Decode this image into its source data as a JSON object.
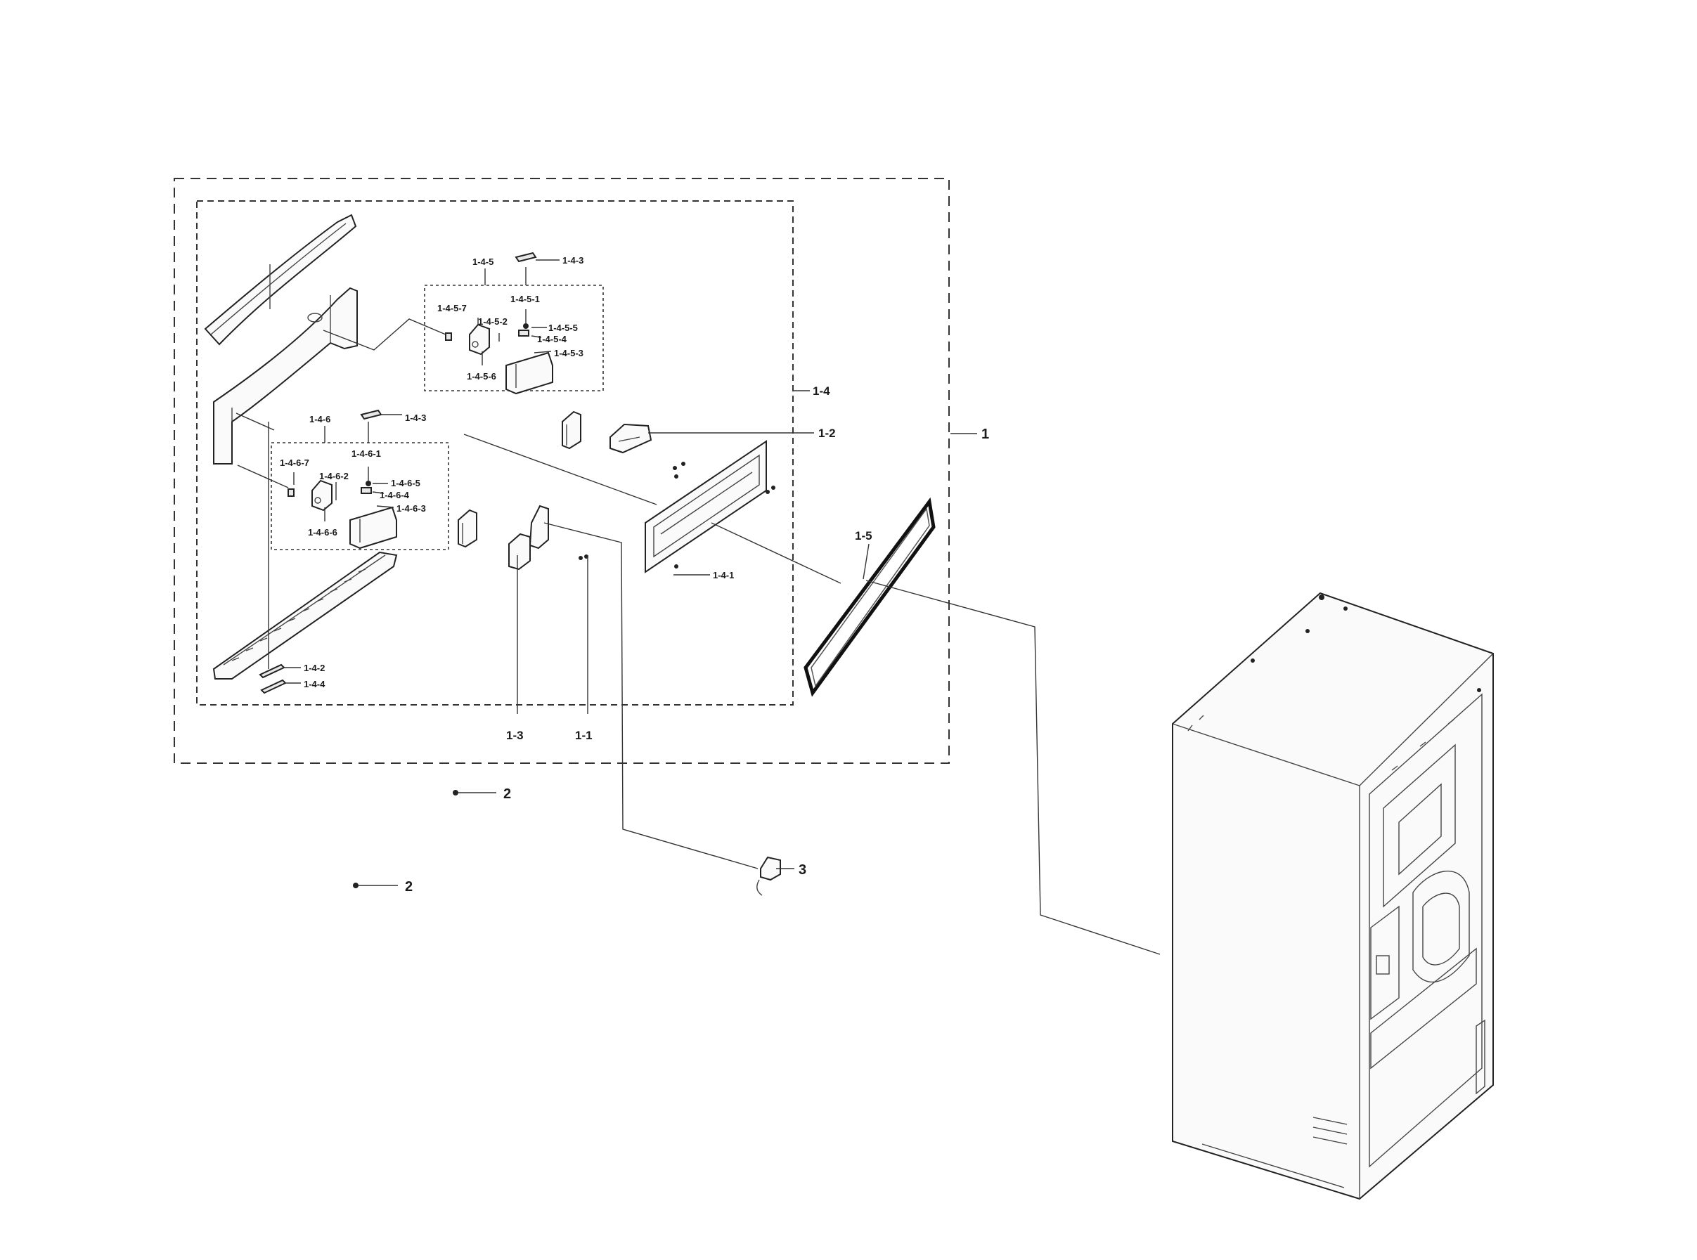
{
  "labels": {
    "l_1": "1",
    "l_1_1": "1-1",
    "l_1_2": "1-2",
    "l_1_3": "1-3",
    "l_1_4": "1-4",
    "l_1_4_1": "1-4-1",
    "l_1_4_2": "1-4-2",
    "l_1_4_3_a": "1-4-3",
    "l_1_4_3_b": "1-4-3",
    "l_1_4_4": "1-4-4",
    "l_1_4_5": "1-4-5",
    "l_1_4_5_1": "1-4-5-1",
    "l_1_4_5_2": "1-4-5-2",
    "l_1_4_5_3": "1-4-5-3",
    "l_1_4_5_4": "1-4-5-4",
    "l_1_4_5_5": "1-4-5-5",
    "l_1_4_5_6": "1-4-5-6",
    "l_1_4_5_7": "1-4-5-7",
    "l_1_4_6": "1-4-6",
    "l_1_4_6_1": "1-4-6-1",
    "l_1_4_6_2": "1-4-6-2",
    "l_1_4_6_3": "1-4-6-3",
    "l_1_4_6_4": "1-4-6-4",
    "l_1_4_6_5": "1-4-6-5",
    "l_1_4_6_6": "1-4-6-6",
    "l_1_4_6_7": "1-4-6-7",
    "l_1_5": "1-5",
    "l_2_a": "2",
    "l_2_b": "2",
    "l_3": "3"
  }
}
